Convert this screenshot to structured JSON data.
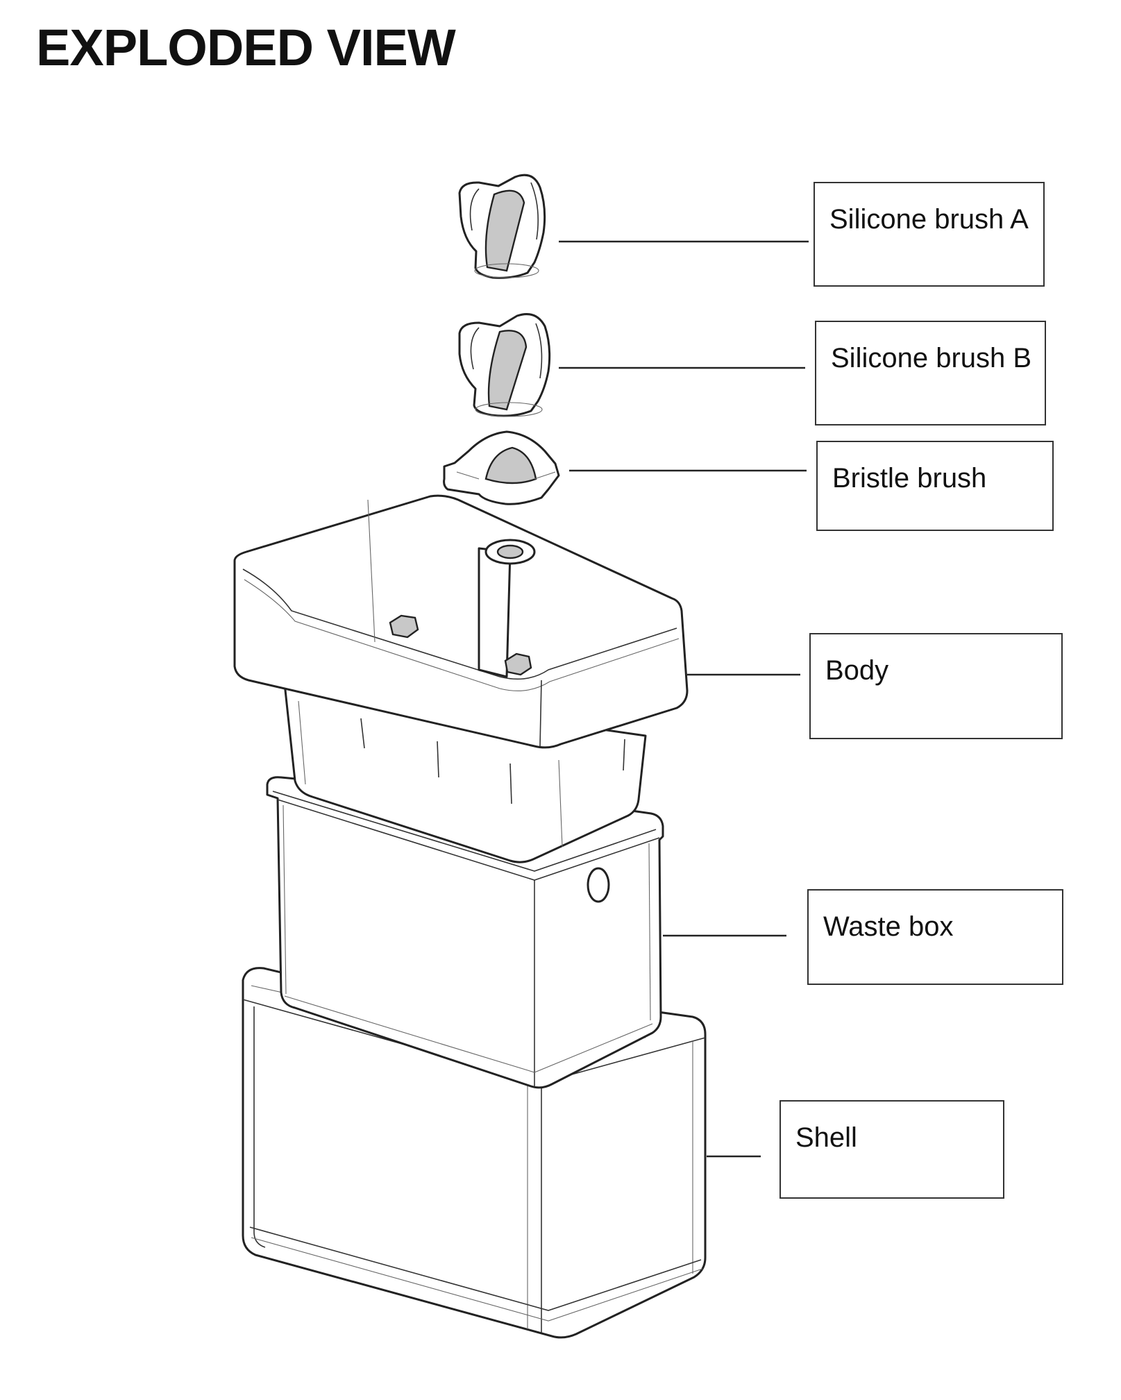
{
  "title": "EXPLODED VIEW",
  "parts": [
    {
      "id": "silicone-brush-a",
      "label": "Silicone brush A"
    },
    {
      "id": "silicone-brush-b",
      "label": "Silicone brush B"
    },
    {
      "id": "bristle-brush",
      "label": "Bristle brush"
    },
    {
      "id": "body",
      "label": "Body"
    },
    {
      "id": "waste-box",
      "label": "Waste box"
    },
    {
      "id": "shell",
      "label": "Shell"
    }
  ]
}
